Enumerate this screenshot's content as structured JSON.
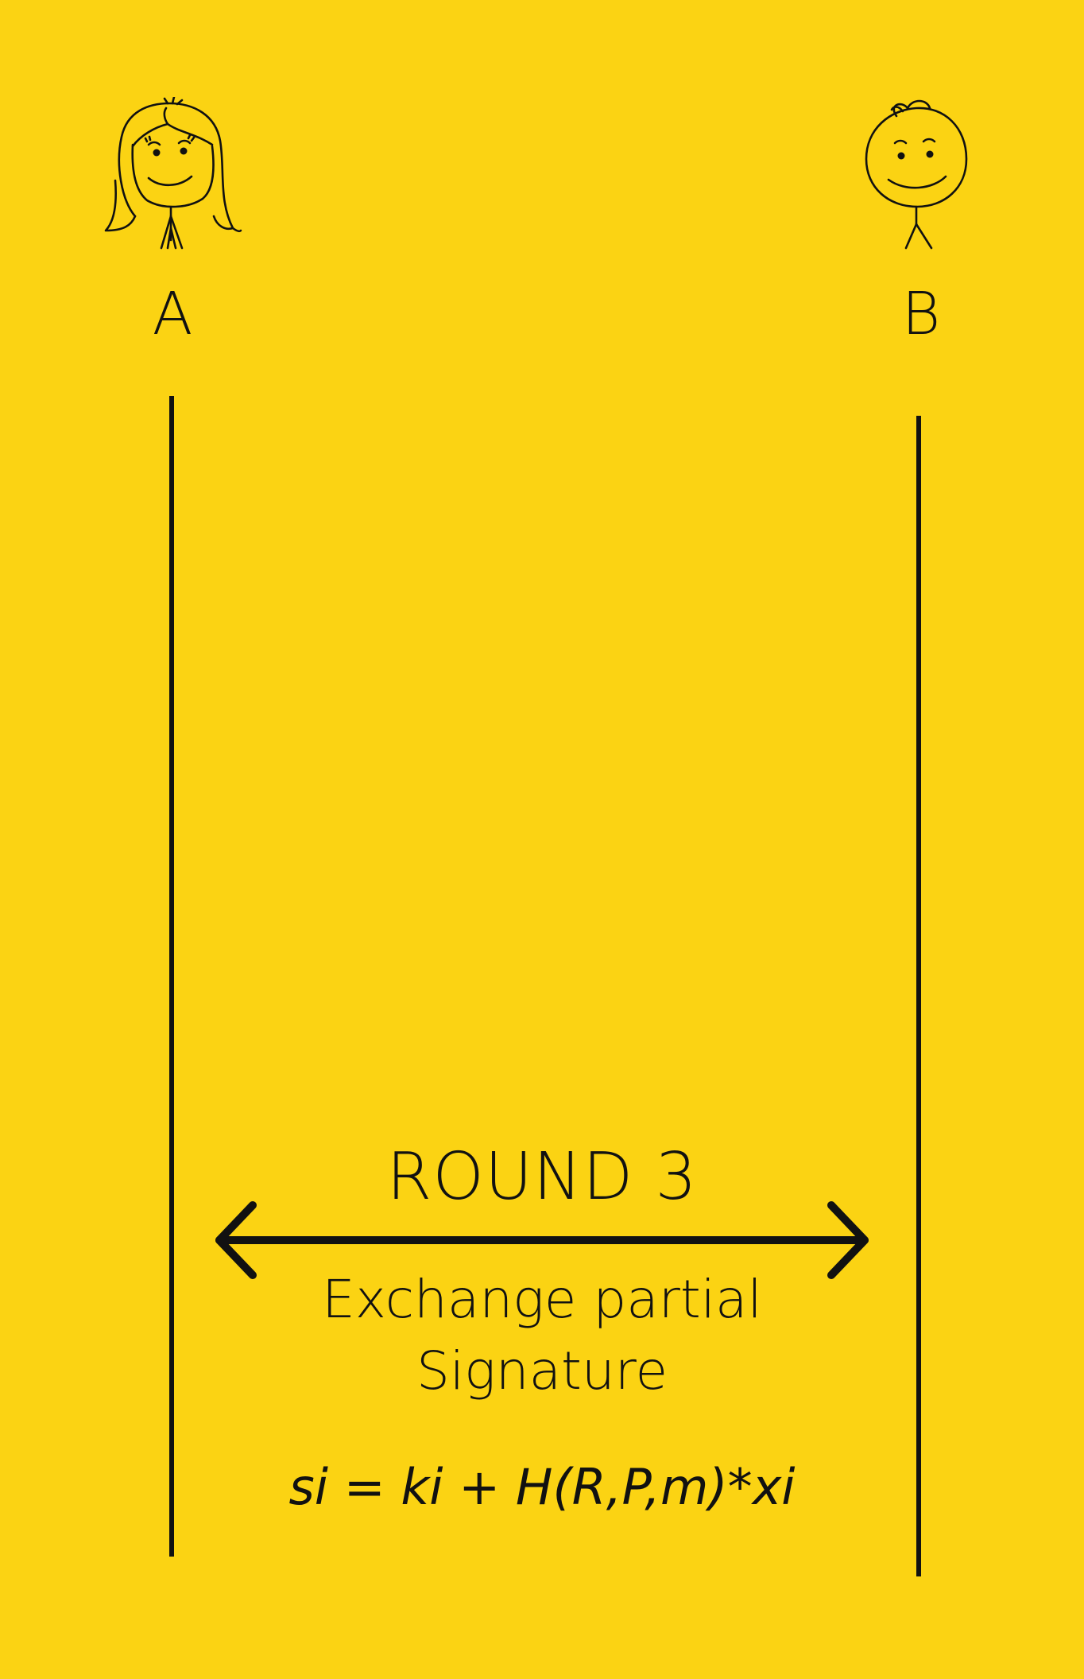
{
  "parties": {
    "a": {
      "label": "A",
      "icon": "girl-figure-icon"
    },
    "b": {
      "label": "B",
      "icon": "boy-figure-icon"
    }
  },
  "round": {
    "title": "ROUND 3",
    "description_line1": "Exchange partial",
    "description_line2": "Signature",
    "formula": "si = ki + H(R,P,m)*xi",
    "arrow_icon": "double-headed-arrow-icon"
  },
  "colors": {
    "background": "#FBD313",
    "ink": "#111111"
  }
}
